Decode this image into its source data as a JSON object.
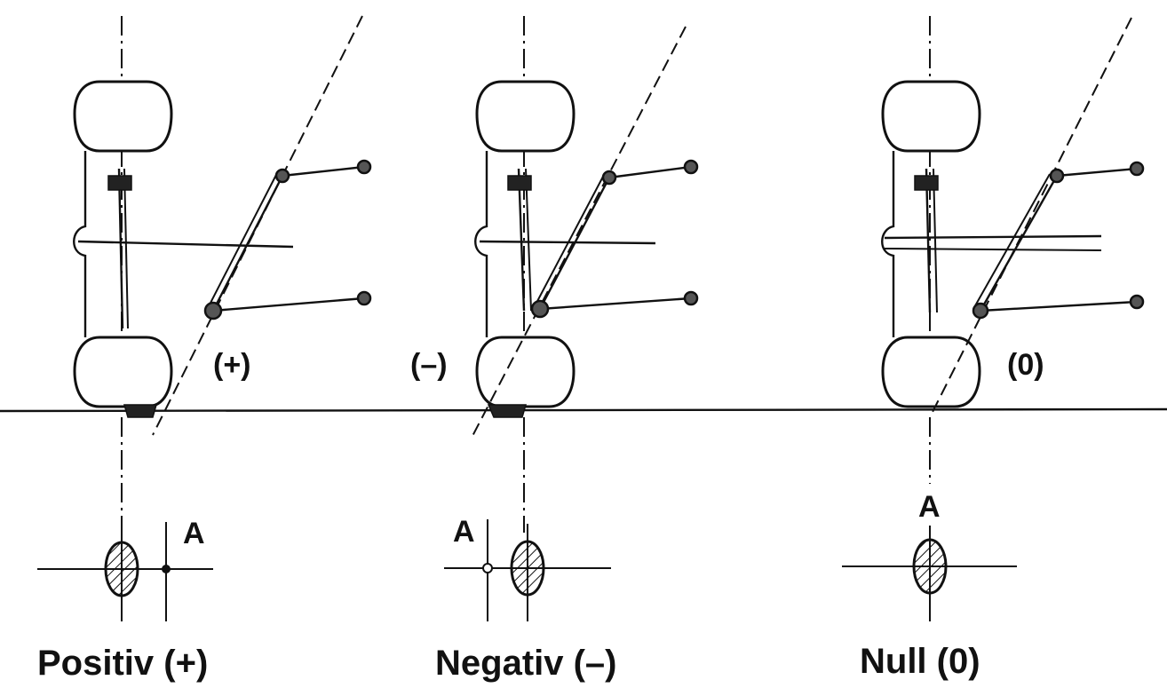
{
  "labels": {
    "positive_marker": "(+)",
    "negative_marker": "(–)",
    "zero_marker": "(0)",
    "point_a_positive": "A",
    "point_a_negative": "A",
    "point_a_zero": "A",
    "positive_caption": "Positiv (+)",
    "negative_caption": "Negativ (–)",
    "zero_caption": "Null (0)"
  },
  "colors": {
    "ink": "#111111",
    "background": "#ffffff"
  }
}
